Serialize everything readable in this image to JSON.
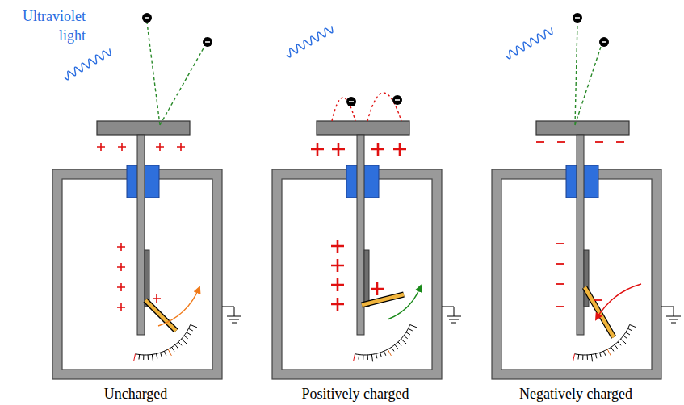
{
  "diagram": {
    "labels": [
      "Ultraviolet light",
      "Uncharged",
      "Positively charged",
      "Negatively charged"
    ]
  }
}
